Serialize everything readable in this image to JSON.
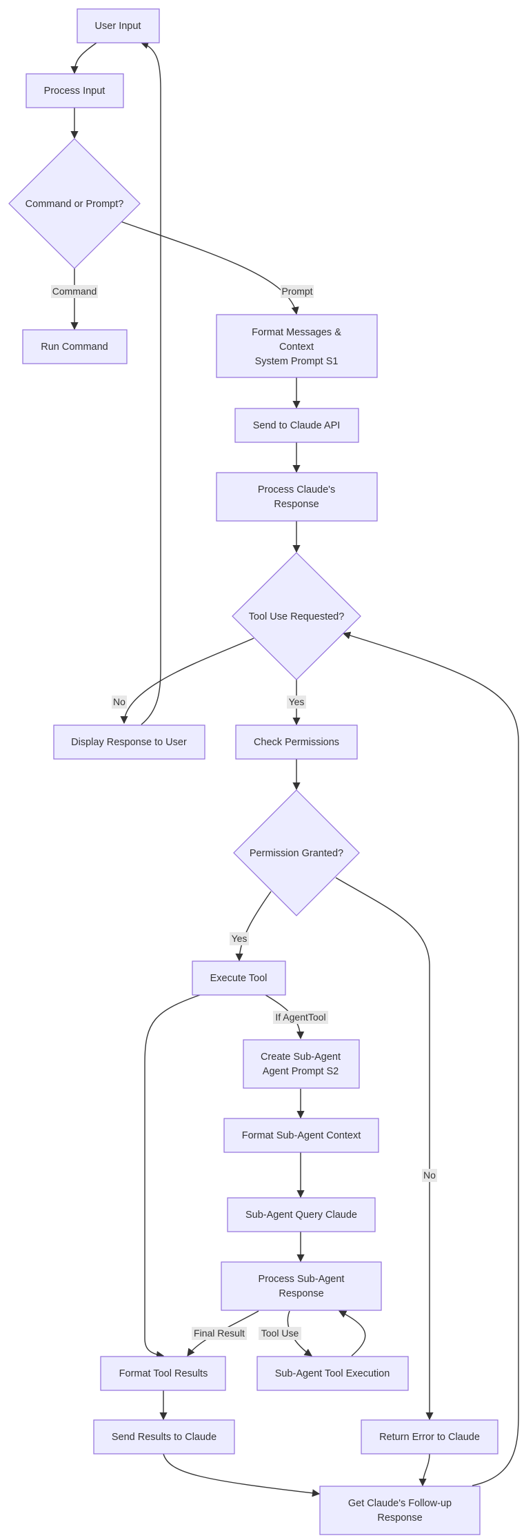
{
  "colors": {
    "node_fill": "#ececff",
    "node_stroke": "#9370db",
    "edge": "#333333",
    "label_bg": "#e8e8e8",
    "text": "#333333"
  },
  "nodes": {
    "user_input": "User Input",
    "process_input": "Process Input",
    "command_or_prompt": "Command or Prompt?",
    "run_command": "Run Command",
    "format_messages": [
      "Format Messages &",
      "Context",
      "System Prompt S1"
    ],
    "send_to_claude": "Send to Claude API",
    "process_response": [
      "Process Claude's",
      "Response"
    ],
    "tool_use_requested": "Tool Use Requested?",
    "display_response": "Display Response to User",
    "check_permissions": "Check Permissions",
    "permission_granted": "Permission Granted?",
    "execute_tool": "Execute Tool",
    "create_sub_agent": [
      "Create Sub-Agent",
      "Agent Prompt S2"
    ],
    "format_sub_agent_context": "Format Sub-Agent Context",
    "sub_agent_query": "Sub-Agent Query Claude",
    "process_sub_agent_response": [
      "Process Sub-Agent",
      "Response"
    ],
    "format_tool_results": "Format Tool Results",
    "sub_agent_tool_execution": "Sub-Agent Tool Execution",
    "send_results": "Send Results to Claude",
    "return_error": "Return Error to Claude",
    "get_follow_up": [
      "Get Claude's Follow-up",
      "Response"
    ]
  },
  "edge_labels": {
    "command": "Command",
    "prompt": "Prompt",
    "no_display": "No",
    "yes_tool": "Yes",
    "yes_permission": "Yes",
    "no_permission": "No",
    "if_agent_tool": "If AgentTool",
    "final_result": "Final Result",
    "tool_use": "Tool Use"
  }
}
